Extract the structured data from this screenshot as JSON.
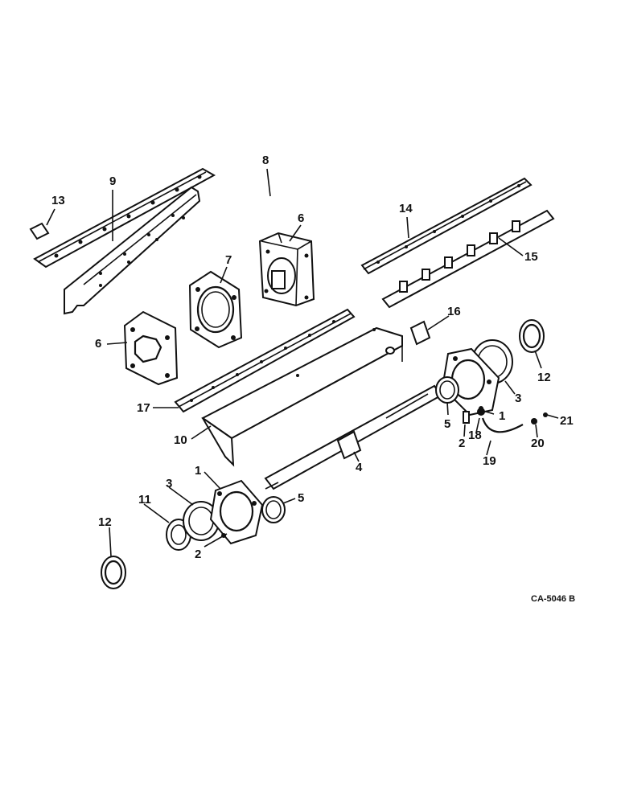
{
  "diagram": {
    "drawing_code": "CA-5046 B",
    "callouts": {
      "c1a": "1",
      "c1b": "1",
      "c2a": "2",
      "c2b": "2",
      "c3a": "3",
      "c3b": "3",
      "c4": "4",
      "c5a": "5",
      "c5b": "5",
      "c6a": "6",
      "c6b": "6",
      "c7": "7",
      "c8": "8",
      "c9": "9",
      "c10": "10",
      "c11": "11",
      "c12a": "12",
      "c12b": "12",
      "c13": "13",
      "c14": "14",
      "c15": "15",
      "c16": "16",
      "c17": "17",
      "c18": "18",
      "c19": "19",
      "c20": "20",
      "c21": "21"
    }
  }
}
